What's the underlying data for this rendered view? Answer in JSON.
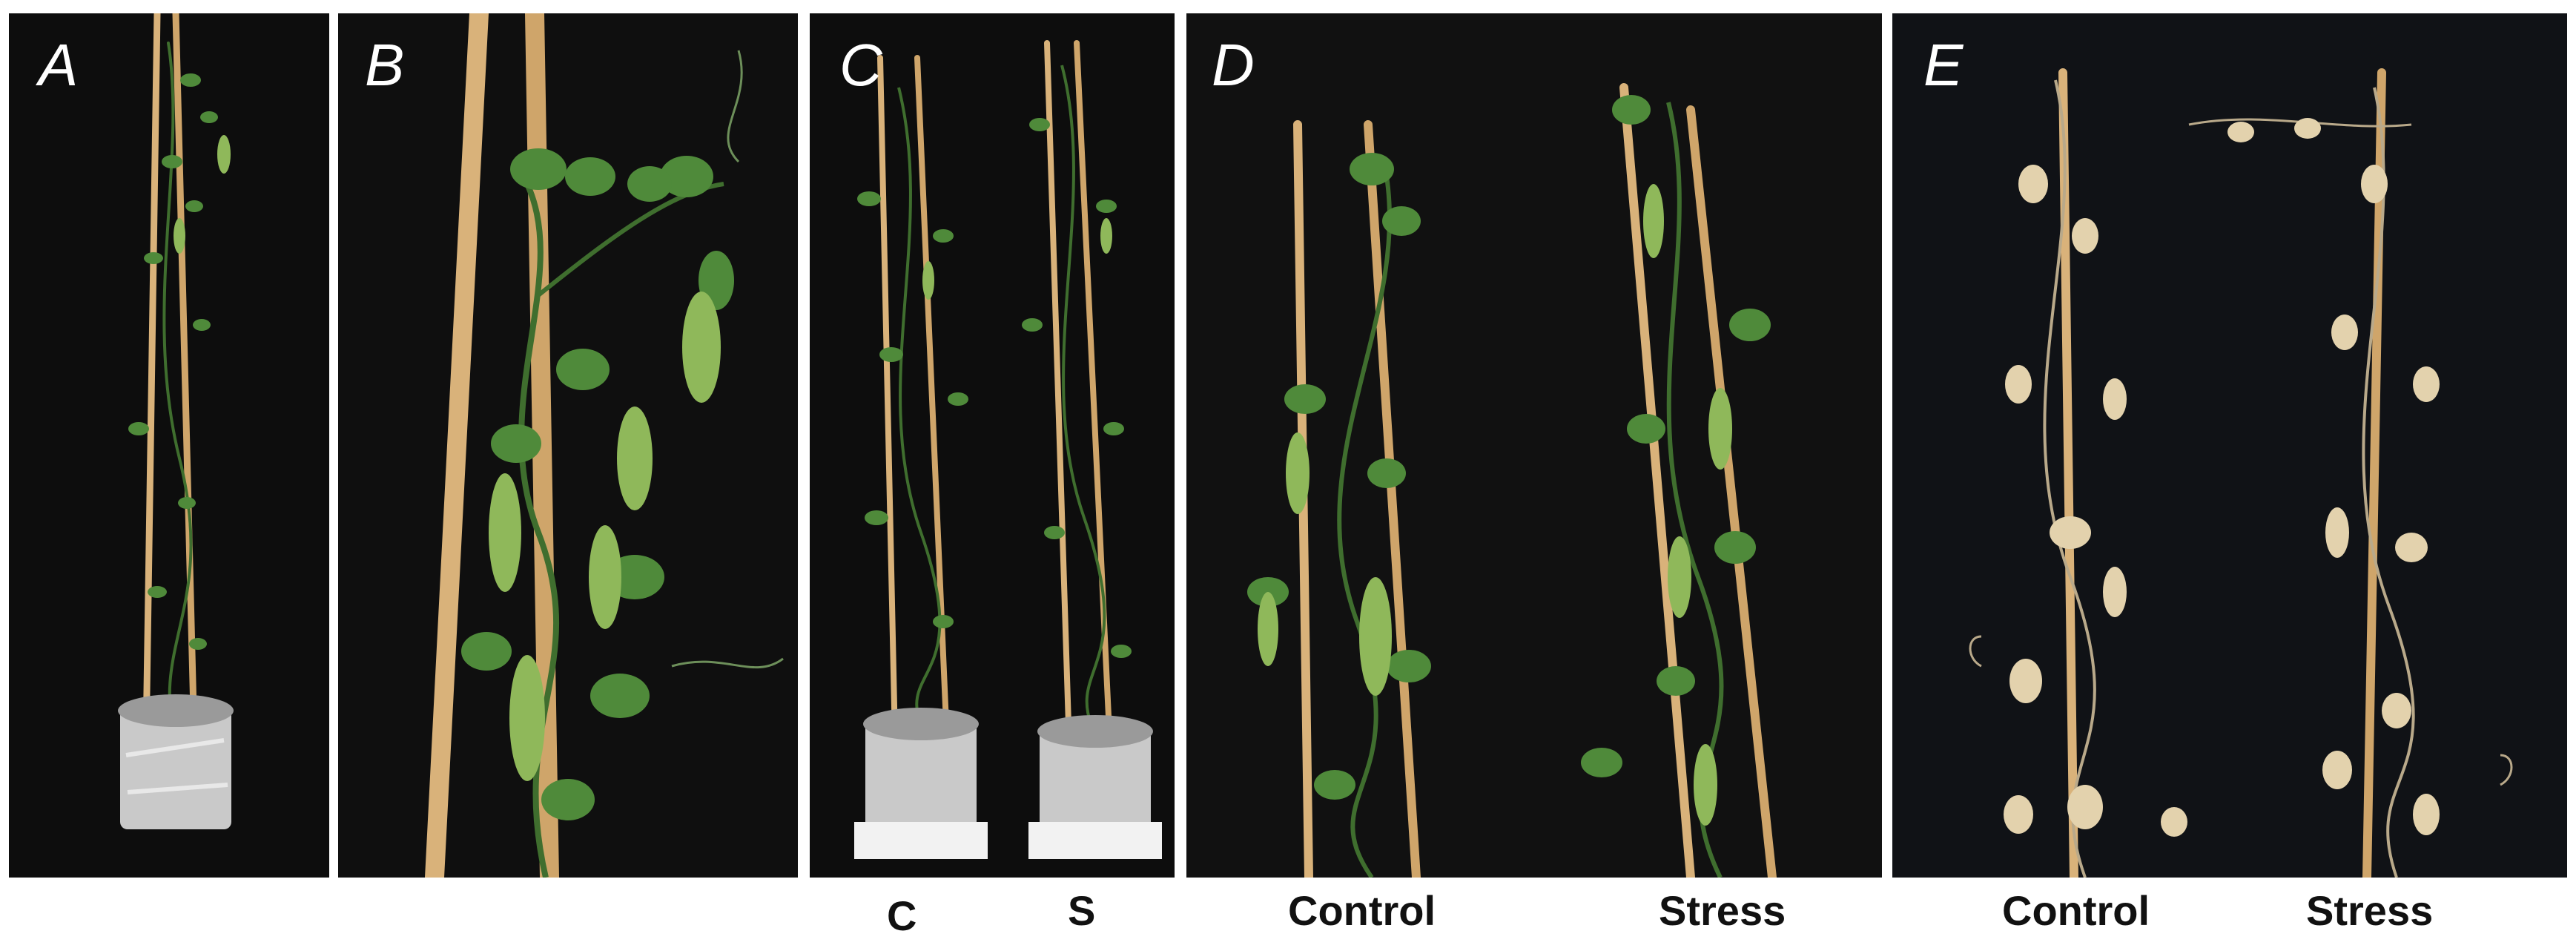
{
  "panels": [
    {
      "letter": "A",
      "background": "#0d0d0d"
    },
    {
      "letter": "B",
      "background": "#0f0f0f"
    },
    {
      "letter": "C",
      "background": "#0d0d0d"
    },
    {
      "letter": "D",
      "background": "#111111"
    },
    {
      "letter": "E",
      "background": "#101216"
    }
  ],
  "captions": {
    "c_control": "C",
    "c_stress": "S",
    "d_control": "Control",
    "d_stress": "Stress",
    "e_control": "Control",
    "e_stress": "Stress"
  },
  "colors": {
    "stake": "#d9b27a",
    "leaf_fresh": "#4f8a3a",
    "pod_fresh": "#8fb85a",
    "leaf_dried": "#e3d2ad",
    "pot_foil": "#c9c9c9"
  }
}
